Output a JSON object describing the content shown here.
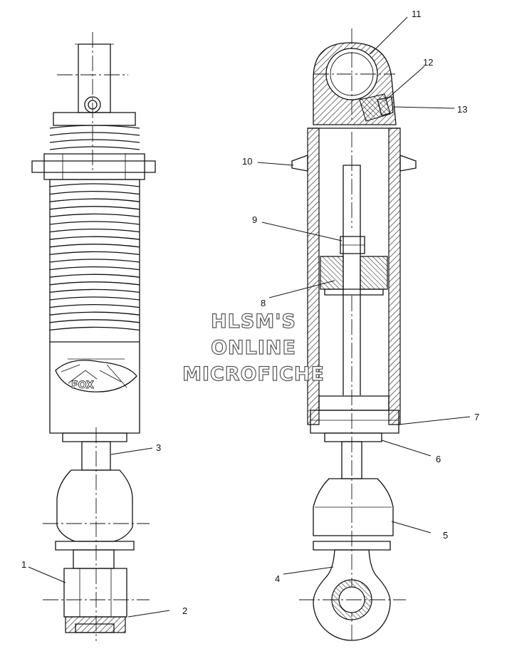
{
  "watermark": {
    "line1": "HLSM'S",
    "line2": "ONLINE",
    "line3": "MICROFICHE"
  },
  "callouts": [
    {
      "id": "c1",
      "text": "1"
    },
    {
      "id": "c2",
      "text": "2"
    },
    {
      "id": "c3",
      "text": "3"
    },
    {
      "id": "c4",
      "text": "4"
    },
    {
      "id": "c5",
      "text": "5"
    },
    {
      "id": "c6",
      "text": "6"
    },
    {
      "id": "c7",
      "text": "7"
    },
    {
      "id": "c8",
      "text": "8"
    },
    {
      "id": "c9",
      "text": "9"
    },
    {
      "id": "c10",
      "text": "10"
    },
    {
      "id": "c11",
      "text": "11"
    },
    {
      "id": "c12",
      "text": "12"
    },
    {
      "id": "c13",
      "text": "13"
    }
  ],
  "colors": {
    "line": "#111111",
    "hatch": "#333333",
    "watermark_outline": "#555555",
    "background": "#ffffff"
  }
}
